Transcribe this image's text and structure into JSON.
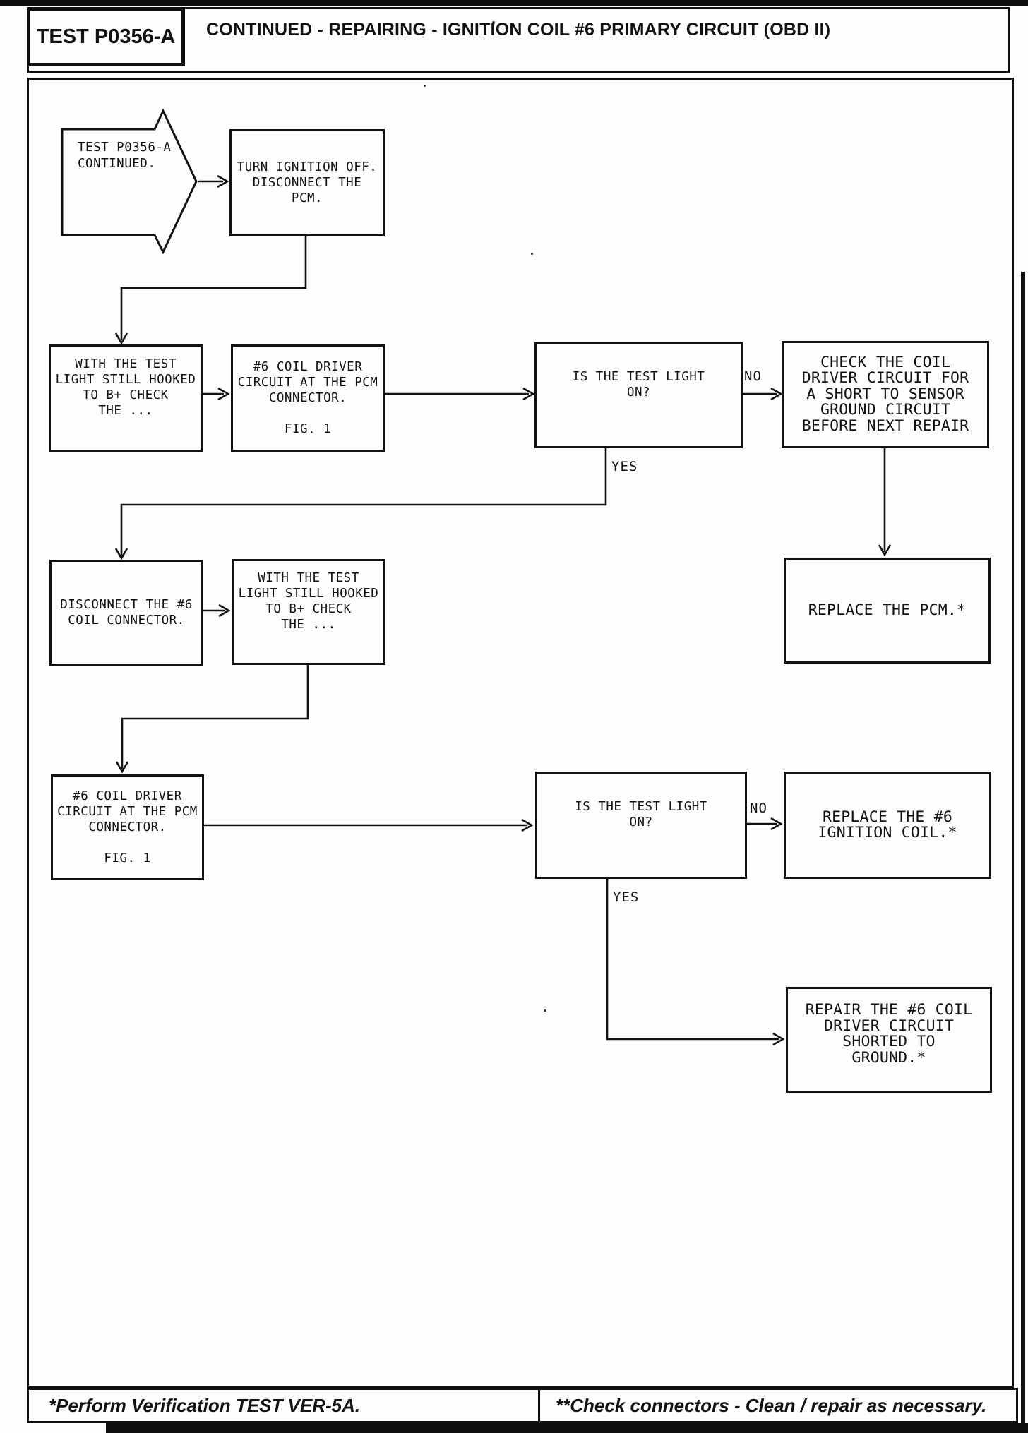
{
  "header": {
    "test_label": "TEST P0356-A",
    "title": "CONTINUED - REPAIRING - IGNITION COIL #6 PRIMARY CIRCUIT (OBD II)"
  },
  "flowchart": {
    "nodes": {
      "start": "TEST P0356-A\nCONTINUED.",
      "turn_ignition_off": "TURN IGNITION OFF.\nDISCONNECT THE\nPCM.",
      "test_light_check_1": "WITH THE TEST\nLIGHT STILL HOOKED\nTO B+ CHECK\nTHE ...",
      "coil_driver_circuit_1": "#6 COIL DRIVER\nCIRCUIT AT THE PCM\nCONNECTOR.\n\nFIG. 1",
      "is_test_light_on_1": "IS THE TEST LIGHT\nON?",
      "check_coil_driver": "CHECK THE COIL\nDRIVER CIRCUIT FOR\nA SHORT TO SENSOR\nGROUND CIRCUIT\nBEFORE NEXT REPAIR",
      "replace_pcm": "REPLACE THE PCM.*",
      "disconnect_coil": "DISCONNECT THE #6\nCOIL CONNECTOR.",
      "test_light_check_2": "WITH THE TEST\nLIGHT STILL HOOKED\nTO B+ CHECK\nTHE ...",
      "coil_driver_circuit_2": "#6 COIL DRIVER\nCIRCUIT AT THE PCM\nCONNECTOR.\n\nFIG. 1",
      "is_test_light_on_2": "IS THE TEST LIGHT\nON?",
      "replace_ignition_coil": "REPLACE THE #6\nIGNITION COIL.*",
      "repair_coil_driver": "REPAIR THE #6 COIL\nDRIVER CIRCUIT\nSHORTED TO\nGROUND.*"
    },
    "labels": {
      "no_1": "NO",
      "yes_1": "YES",
      "no_2": "NO",
      "yes_2": "YES"
    }
  },
  "footer": {
    "note1": "*Perform Verification TEST VER-5A.",
    "note2": "**Check connectors - Clean / repair as necessary."
  }
}
